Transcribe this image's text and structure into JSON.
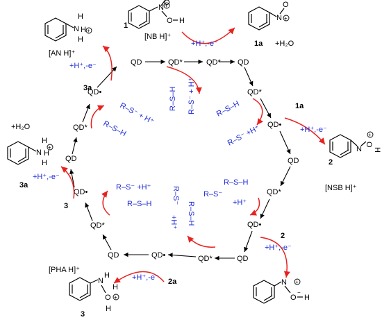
{
  "cycle": {
    "nodes": [
      {
        "id": "n1",
        "label": "QD"
      },
      {
        "id": "n2",
        "label": "QD*"
      },
      {
        "id": "n3",
        "label": "QD•"
      },
      {
        "id": "n4",
        "label": "QD"
      },
      {
        "id": "n5",
        "label": "QD*"
      },
      {
        "id": "n6",
        "label": "QD•"
      },
      {
        "id": "n7",
        "label": "QD"
      },
      {
        "id": "n8",
        "label": "QD*"
      },
      {
        "id": "n9",
        "label": "QD•"
      },
      {
        "id": "n10",
        "label": "QD"
      },
      {
        "id": "n11",
        "label": "QD*"
      },
      {
        "id": "n12",
        "label": "QD•"
      },
      {
        "id": "n13",
        "label": "QD"
      },
      {
        "id": "n14",
        "label": "QD*"
      },
      {
        "id": "n15",
        "label": "QD•"
      },
      {
        "id": "n16",
        "label": "QD"
      },
      {
        "id": "n17",
        "label": "QD*"
      },
      {
        "id": "n18",
        "label": "QD•"
      }
    ]
  },
  "reagents": {
    "hplus_e": "+H⁺,-e⁻",
    "rsh": "R–S–H",
    "rs_h": "R–S⁻ + H⁺",
    "rs_h_alt": "R–S⁻ +H⁺",
    "rs": "R–S⁻",
    "hplus": "+H⁺",
    "water": "+H₂O"
  },
  "compounds": {
    "nb": {
      "number": "1",
      "name": "[NB H]⁺"
    },
    "nso": {
      "number": "1a"
    },
    "nsb": {
      "number": "2",
      "name": "[NSB H]⁺"
    },
    "pha_in": {
      "number": "2"
    },
    "pha": {
      "number": "2a",
      "name": "[PHA H]⁺"
    },
    "pha_prod": {
      "number": "3"
    },
    "an": {
      "number": "3a",
      "name": "[AN H]⁺"
    },
    "an2": {
      "number": "3a"
    },
    "three_left": {
      "number": "3"
    },
    "three_top": {
      "number": "3a"
    },
    "one_a_right": {
      "number": "1a"
    }
  },
  "atoms": {
    "N": "N",
    "O": "O",
    "H": "H",
    "plus": "+",
    "minus": "−"
  }
}
